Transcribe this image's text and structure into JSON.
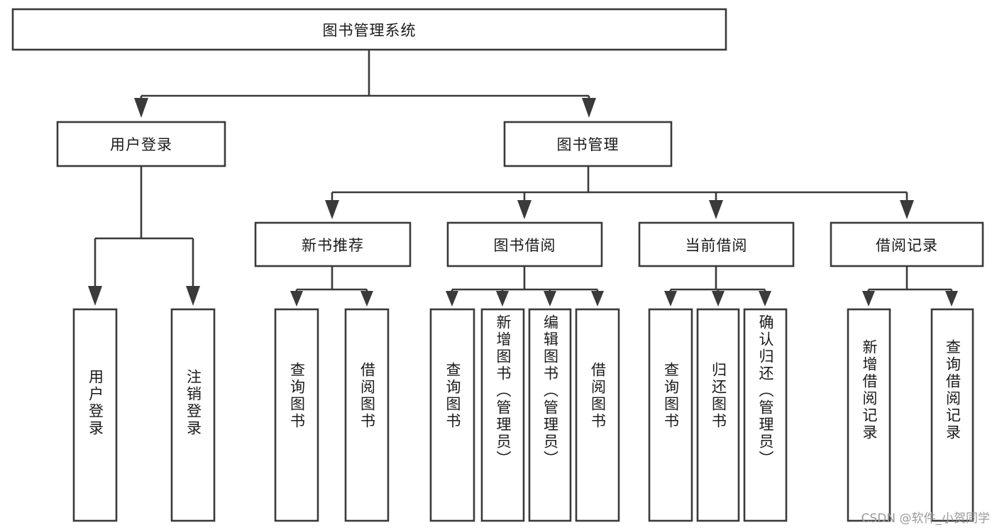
{
  "diagram": {
    "type": "tree",
    "title": "图书管理系统",
    "watermark": "CSDN @软件_小贺同学",
    "colors": {
      "stroke": "#3a3a3a",
      "box_fill": "#ffffff",
      "text": "#1a1a1a",
      "watermark": "#9a9a9a",
      "background": "#ffffff"
    },
    "nodes": {
      "root": {
        "label": "图书管理系统",
        "orientation": "horizontal"
      },
      "level2": [
        {
          "id": "user-login",
          "label": "用户登录",
          "orientation": "horizontal"
        },
        {
          "id": "book-manage",
          "label": "图书管理",
          "orientation": "horizontal"
        }
      ],
      "level3": [
        {
          "id": "new-book-recommend",
          "label": "新书推荐",
          "orientation": "horizontal"
        },
        {
          "id": "book-borrow",
          "label": "图书借阅",
          "orientation": "horizontal"
        },
        {
          "id": "current-borrow",
          "label": "当前借阅",
          "orientation": "horizontal"
        },
        {
          "id": "borrow-record",
          "label": "借阅记录",
          "orientation": "horizontal"
        }
      ],
      "leaves": [
        {
          "id": "leaf-user-login",
          "label": "用户登录",
          "orientation": "vertical",
          "parent": "user-login"
        },
        {
          "id": "leaf-user-logout",
          "label": "注销登录",
          "orientation": "vertical",
          "parent": "user-login"
        },
        {
          "id": "leaf-query-book-1",
          "label": "查询图书",
          "orientation": "vertical",
          "parent": "new-book-recommend"
        },
        {
          "id": "leaf-borrow-book-1",
          "label": "借阅图书",
          "orientation": "vertical",
          "parent": "new-book-recommend"
        },
        {
          "id": "leaf-query-book-2",
          "label": "查询图书",
          "orientation": "vertical",
          "parent": "book-borrow"
        },
        {
          "id": "leaf-add-book",
          "label": "新增图书（管理员）",
          "orientation": "vertical",
          "parent": "book-borrow"
        },
        {
          "id": "leaf-edit-book",
          "label": "编辑图书（管理员）",
          "orientation": "vertical",
          "parent": "book-borrow"
        },
        {
          "id": "leaf-borrow-book-2",
          "label": "借阅图书",
          "orientation": "vertical",
          "parent": "book-borrow"
        },
        {
          "id": "leaf-query-book-3",
          "label": "查询图书",
          "orientation": "vertical",
          "parent": "current-borrow"
        },
        {
          "id": "leaf-return-book",
          "label": "归还图书",
          "orientation": "vertical",
          "parent": "current-borrow"
        },
        {
          "id": "leaf-confirm-return",
          "label": "确认归还（管理员）",
          "orientation": "vertical",
          "parent": "current-borrow"
        },
        {
          "id": "leaf-add-record",
          "label": "新增借阅记录",
          "orientation": "vertical",
          "parent": "borrow-record"
        },
        {
          "id": "leaf-query-record",
          "label": "查询借阅记录",
          "orientation": "vertical",
          "parent": "borrow-record"
        }
      ]
    }
  }
}
